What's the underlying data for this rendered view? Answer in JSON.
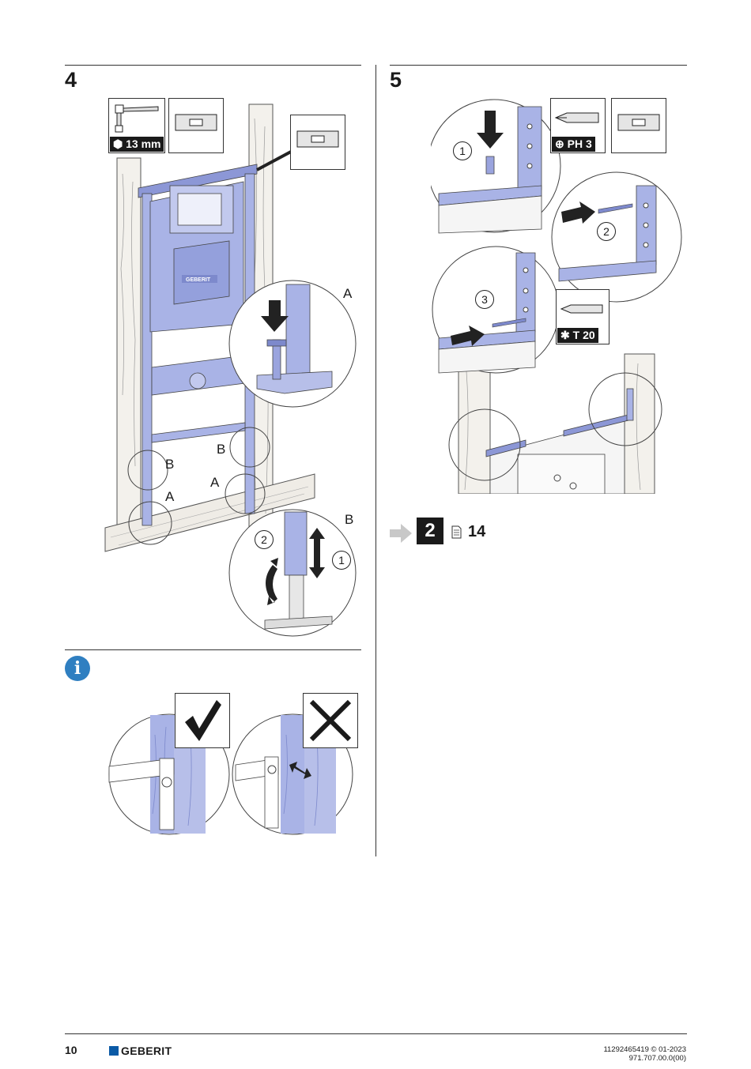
{
  "step4": {
    "number": "4",
    "tool_label": "13 mm",
    "labels": {
      "A1": "A",
      "B1": "B",
      "B2": "B",
      "A2": "A",
      "A3": "A",
      "B3": "B"
    },
    "circled": {
      "one": "1",
      "two": "2"
    }
  },
  "step5": {
    "number": "5",
    "tool1_label": "PH 3",
    "tool2_label": "T 20",
    "circled": {
      "one": "1",
      "two": "2",
      "three": "3"
    }
  },
  "reference": {
    "chapter": "2",
    "page": "14"
  },
  "info": {
    "icon": "i"
  },
  "footer": {
    "page_number": "10",
    "brand": "GEBERIT",
    "doc_id": "11292465419 © 01-2023",
    "doc_code": "971.707.00.0(00)"
  },
  "colors": {
    "frame_blue": "#a9b3e6",
    "frame_blue_dark": "#8c97d6",
    "info_blue": "#2f7fc1",
    "geberit_blue": "#0a5aa6"
  }
}
